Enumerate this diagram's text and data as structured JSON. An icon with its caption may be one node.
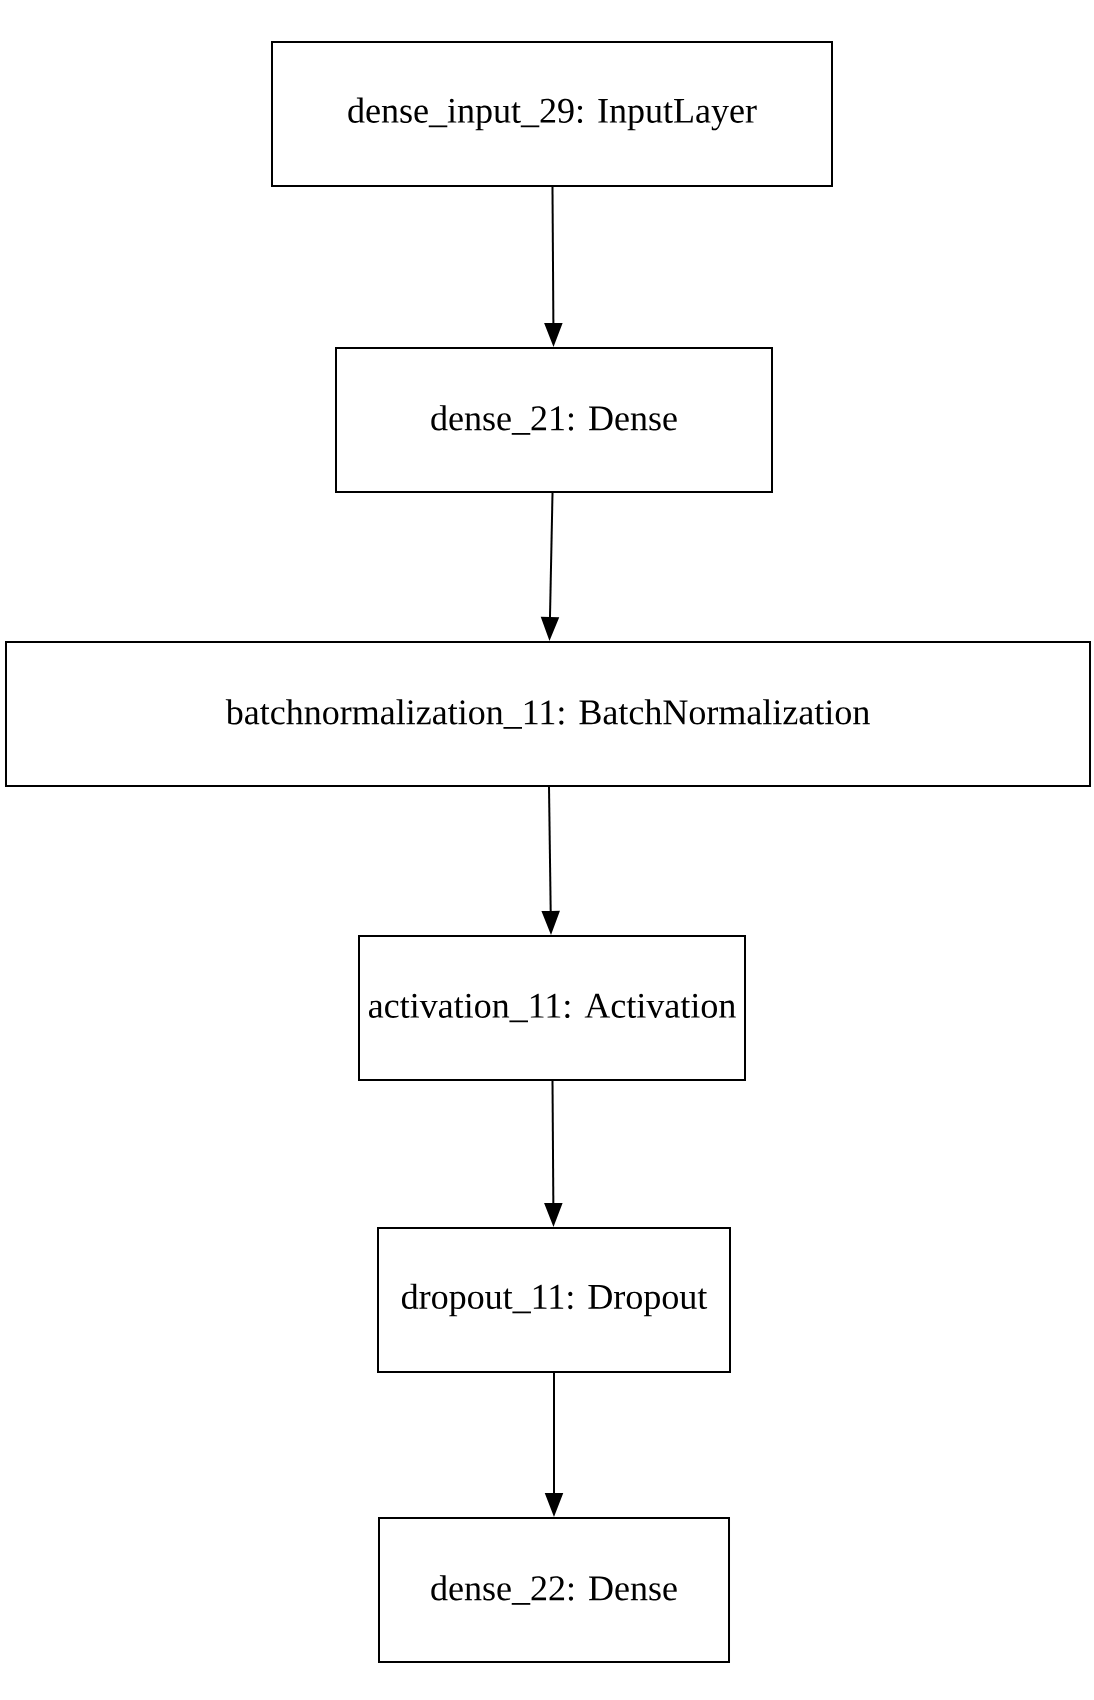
{
  "diagram": {
    "nodes": [
      {
        "text": [
          "dense_input_29: InputLayer"
        ]
      },
      {
        "text": [
          "dense_21: Dense"
        ]
      },
      {
        "text": [
          "batchnormalization_11: BatchNormalization"
        ]
      },
      {
        "text": [
          "activation_11: Activation"
        ]
      },
      {
        "text": [
          "dropout_11: Dropout"
        ]
      },
      {
        "text": [
          "dense_22: Dense"
        ]
      }
    ],
    "edges": [
      {
        "from": 0,
        "to": 1,
        "arrow": "to"
      },
      {
        "from": 1,
        "to": 2,
        "arrow": "to"
      },
      {
        "from": 2,
        "to": 3,
        "arrow": "to"
      },
      {
        "from": 3,
        "to": 4,
        "arrow": "to"
      },
      {
        "from": 4,
        "to": 5,
        "arrow": "to"
      }
    ]
  }
}
